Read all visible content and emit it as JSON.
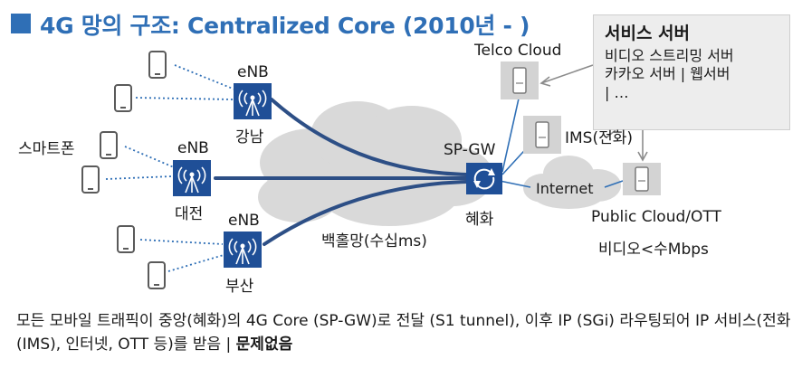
{
  "title": "4G 망의 구조: Centralized Core (2010년 - )",
  "server_box": {
    "heading": "서비스 서버",
    "lines": [
      "비디오 스트리밍 서버",
      "카카오 서버 | 웹서버",
      "| …"
    ]
  },
  "labels": {
    "telco_cloud": "Telco Cloud",
    "ims": "IMS(전화)",
    "internet": "Internet",
    "public_cloud": "Public Cloud/OTT",
    "video_rate": "비디오<수Mbps",
    "spgw": "SP-GW",
    "hyehwa": "혜화",
    "backhaul": "백홀망(수십ms)",
    "smartphone": "스마트폰",
    "enb": "eNB",
    "gangnam": "강남",
    "daejeon": "대전",
    "busan": "부산"
  },
  "bottom": {
    "text": "모든 모바일 트래픽이 중앙(혜화)의 4G Core (SP-GW)로 전달 (S1 tunnel), 이후 IP (SGi) 라우팅되어 IP 서비스(전화(IMS), 인터넷, OTT 등)를 받음 | ",
    "bold": "문제없음"
  },
  "colors": {
    "accent": "#2f6fb6",
    "enb_fill": "#1f4f97",
    "link": "#2d4f86",
    "cloud": "#d9d9d9"
  }
}
